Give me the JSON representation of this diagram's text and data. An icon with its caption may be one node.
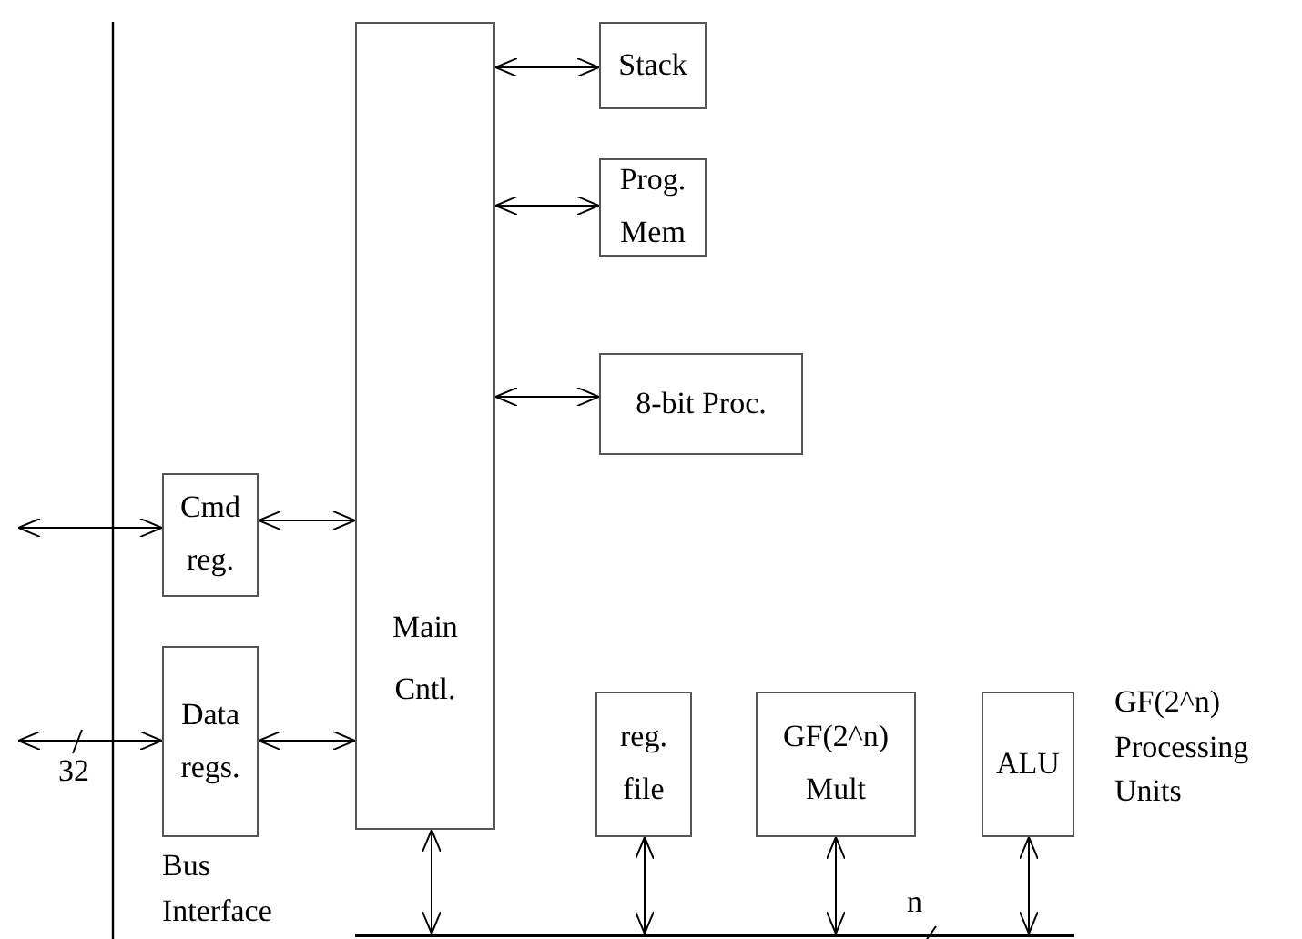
{
  "diagram": {
    "nodes": [
      {
        "text": [
          "Main Cntl."
        ]
      },
      {
        "text": [
          "Stack"
        ]
      },
      {
        "text": [
          "Prog. Mem"
        ]
      },
      {
        "text": [
          "8-bit Proc."
        ]
      },
      {
        "text": [
          "Cmd reg."
        ]
      },
      {
        "text": [
          "Data regs."
        ]
      },
      {
        "text": [
          "reg. file"
        ]
      },
      {
        "text": [
          "GF(2^n) Mult"
        ]
      },
      {
        "text": [
          "ALU"
        ]
      },
      {
        "text": [],
        "shape": "bar"
      }
    ],
    "edges": [
      {
        "from": 0,
        "to": 1,
        "arrow": "both"
      },
      {
        "from": 0,
        "to": 2,
        "arrow": "both"
      },
      {
        "from": 0,
        "to": 3,
        "arrow": "both"
      },
      {
        "from": 4,
        "to": 0,
        "arrow": "both"
      },
      {
        "from": 5,
        "to": 0,
        "arrow": "both"
      },
      {
        "from": null,
        "to": 4,
        "arrow": "both"
      },
      {
        "from": null,
        "to": 5,
        "arrow": "both"
      },
      {
        "from": 0,
        "to": 9,
        "arrow": "both"
      },
      {
        "from": 6,
        "to": 9,
        "arrow": "both"
      },
      {
        "from": 7,
        "to": 9,
        "arrow": "both"
      },
      {
        "from": 8,
        "to": 9,
        "arrow": "both"
      }
    ],
    "labels": [
      "32",
      "Bus Interface",
      "n",
      "GF(2^n) Processing Units"
    ]
  }
}
